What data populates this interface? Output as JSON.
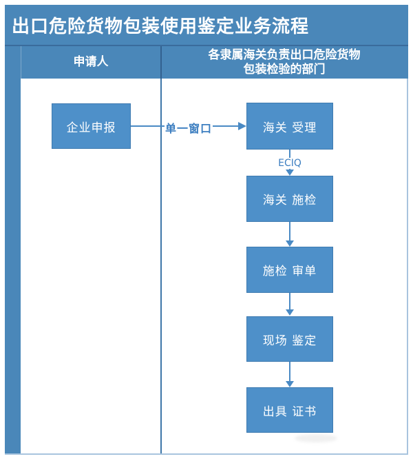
{
  "title": "出口危险货物包装使用鉴定业务流程",
  "lanes": {
    "applicant": {
      "header": "申请人"
    },
    "customs": {
      "header_line1": "各隶属海关负责出口危险货物",
      "header_line2": "包装检验的部门"
    }
  },
  "nodes": [
    {
      "id": "enterprise-declaration",
      "lane": "applicant",
      "label": "企业申报"
    },
    {
      "id": "customs-acceptance",
      "lane": "customs",
      "label": "海关 受理"
    },
    {
      "id": "customs-inspection",
      "lane": "customs",
      "label": "海关 施检"
    },
    {
      "id": "inspection-doc-review",
      "lane": "customs",
      "label": "施检 审单"
    },
    {
      "id": "onsite-identification",
      "lane": "customs",
      "label": "现场 鉴定"
    },
    {
      "id": "issue-certificate",
      "lane": "customs",
      "label": "出具 证书"
    }
  ],
  "edges": [
    {
      "from": "enterprise-declaration",
      "to": "customs-acceptance",
      "label": "单一窗口"
    },
    {
      "from": "customs-acceptance",
      "to": "customs-inspection",
      "label": "ECIQ"
    },
    {
      "from": "customs-inspection",
      "to": "inspection-doc-review",
      "label": ""
    },
    {
      "from": "inspection-doc-review",
      "to": "onsite-identification",
      "label": ""
    },
    {
      "from": "onsite-identification",
      "to": "issue-certificate",
      "label": ""
    }
  ],
  "colors": {
    "band_blue": "#4a87b9",
    "node_fill": "#4e90c9",
    "node_border": "#3e7ab0",
    "divider_dark": "#33618f",
    "arrow_blue": "#4a8ac4",
    "edge_label_blue": "#3c7ec0",
    "outer_border": "#a8c4de",
    "text_white": "#ffffff"
  }
}
